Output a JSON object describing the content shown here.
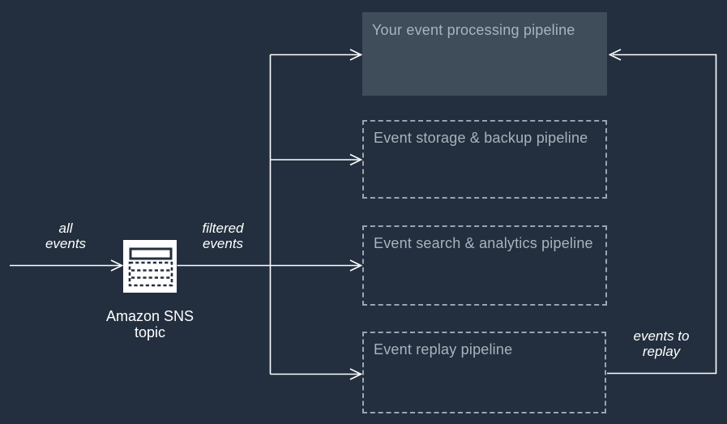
{
  "colors": {
    "background": "#232F3E",
    "connector_line": "#FFFFFF",
    "solid_box_fill": "#3F4C5A",
    "box_title_text": "#A9B3BD",
    "dashed_border": "#9AA5B0",
    "edge_label_text": "#FFFFFF",
    "icon_background": "#FFFFFF",
    "icon_stroke": "#232F3E"
  },
  "boxes": {
    "processing": {
      "title": "Your event processing pipeline",
      "style": "solid"
    },
    "storage": {
      "title": "Event storage & backup pipeline",
      "style": "dashed"
    },
    "search": {
      "title": "Event search & analytics pipeline",
      "style": "dashed"
    },
    "replay": {
      "title": "Event replay pipeline",
      "style": "dashed"
    }
  },
  "sns_node": {
    "icon": "sns-topic-icon",
    "label_line1": "Amazon SNS",
    "label_line2": "topic"
  },
  "edge_labels": {
    "all_events": {
      "line1": "all",
      "line2": "events"
    },
    "filtered_events": {
      "line1": "filtered",
      "line2": "events"
    },
    "events_to_replay": {
      "line1": "events to",
      "line2": "replay"
    }
  }
}
